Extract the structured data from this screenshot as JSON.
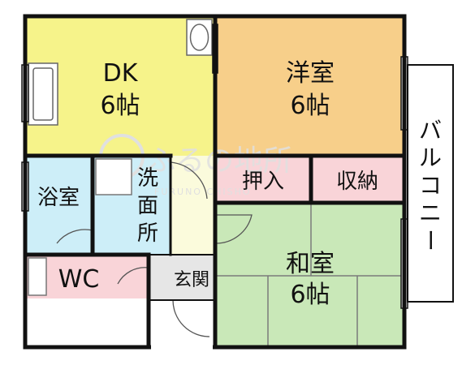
{
  "rooms": {
    "dk": {
      "name": "DK",
      "size": "6帖",
      "color": "#f6f38a"
    },
    "western": {
      "name": "洋室",
      "size": "6帖",
      "color": "#f7cf8a"
    },
    "japanese": {
      "name": "和室",
      "size": "6帖",
      "color": "#c9e8b8"
    },
    "bath": {
      "name": "浴室",
      "color": "#cdeef8"
    },
    "washroom": {
      "name": "洗面所",
      "color": "#cdeef8"
    },
    "wc": {
      "name": "WC",
      "color": "#f9d4d8"
    },
    "entrance": {
      "name": "玄関",
      "color": "#e6e6e6"
    },
    "closet": {
      "name": "押入",
      "color": "#f9d4d8"
    },
    "storage": {
      "name": "収納",
      "color": "#f9d4d8"
    },
    "balcony": {
      "name": "バルコニー"
    }
  },
  "colors": {
    "wall": "#111111",
    "hall": "#fbfbdc",
    "watermark": "#e0e0e0"
  },
  "watermark": {
    "line1": "ふるの地所",
    "line2": "FURUNO CHISHO"
  }
}
